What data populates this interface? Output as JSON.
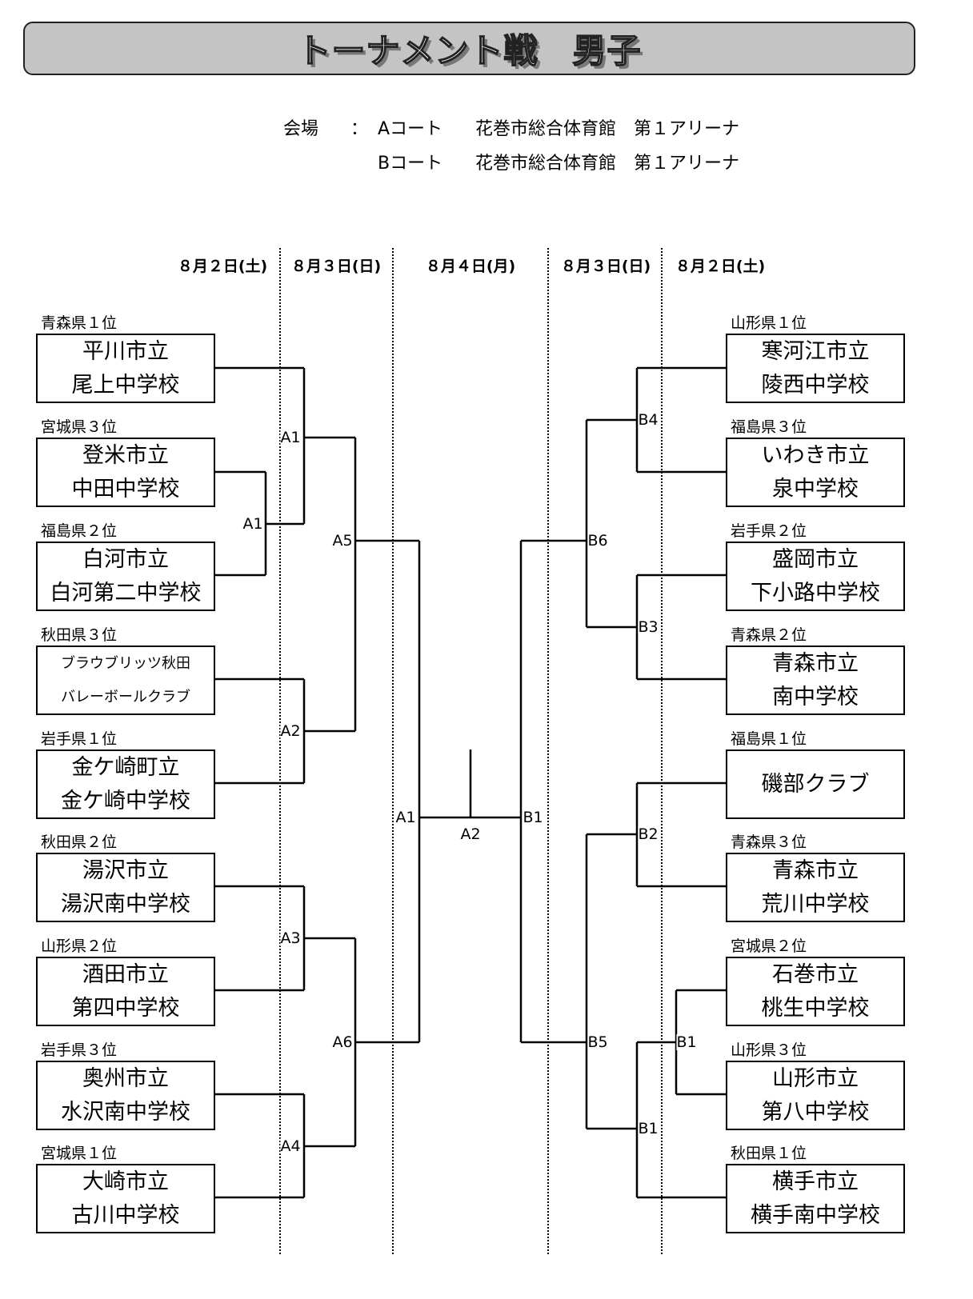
{
  "title": "トーナメント戦　男子",
  "venue": {
    "label": "会場",
    "colon": "：",
    "courts": [
      {
        "court": "Aコート",
        "place": "花巻市総合体育館　第１アリーナ"
      },
      {
        "court": "Bコート",
        "place": "花巻市総合体育館　第１アリーナ"
      }
    ]
  },
  "dates": [
    "８月２日(土)",
    "８月３日(日)",
    "８月４日(月)",
    "８月３日(日)",
    "８月２日(土)"
  ],
  "left_teams": [
    {
      "rank": "青森県１位",
      "line1": "平川市立",
      "line2": "尾上中学校"
    },
    {
      "rank": "宮城県３位",
      "line1": "登米市立",
      "line2": "中田中学校"
    },
    {
      "rank": "福島県２位",
      "line1": "白河市立",
      "line2": "白河第二中学校"
    },
    {
      "rank": "秋田県３位",
      "line1": "ブラウブリッツ秋田",
      "line2": "バレーボールクラブ"
    },
    {
      "rank": "岩手県１位",
      "line1": "金ケ崎町立",
      "line2": "金ケ崎中学校"
    },
    {
      "rank": "秋田県２位",
      "line1": "湯沢市立",
      "line2": "湯沢南中学校"
    },
    {
      "rank": "山形県２位",
      "line1": "酒田市立",
      "line2": "第四中学校"
    },
    {
      "rank": "岩手県３位",
      "line1": "奥州市立",
      "line2": "水沢南中学校"
    },
    {
      "rank": "宮城県１位",
      "line1": "大崎市立",
      "line2": "古川中学校"
    }
  ],
  "right_teams": [
    {
      "rank": "山形県１位",
      "line1": "寒河江市立",
      "line2": "陵西中学校"
    },
    {
      "rank": "福島県３位",
      "line1": "いわき市立",
      "line2": "泉中学校"
    },
    {
      "rank": "岩手県２位",
      "line1": "盛岡市立",
      "line2": "下小路中学校"
    },
    {
      "rank": "青森県２位",
      "line1": "青森市立",
      "line2": "南中学校"
    },
    {
      "rank": "福島県１位",
      "line1": "磯部クラブ",
      "line2": ""
    },
    {
      "rank": "青森県３位",
      "line1": "青森市立",
      "line2": "荒川中学校"
    },
    {
      "rank": "宮城県２位",
      "line1": "石巻市立",
      "line2": "桃生中学校"
    },
    {
      "rank": "山形県３位",
      "line1": "山形市立",
      "line2": "第八中学校"
    },
    {
      "rank": "秋田県１位",
      "line1": "横手市立",
      "line2": "横手南中学校"
    }
  ],
  "match_labels": {
    "left_r1": "A1",
    "left_a1": "A1",
    "left_a2": "A2",
    "left_a3": "A3",
    "left_a4": "A4",
    "left_a5": "A5",
    "left_a6": "A6",
    "final_left": "A1",
    "final": "A2",
    "final_right": "B1",
    "right_b4": "B4",
    "right_b3": "B3",
    "right_b6": "B6",
    "right_b2": "B2",
    "right_r1": "B1",
    "right_b1": "B1",
    "right_b5": "B5"
  }
}
